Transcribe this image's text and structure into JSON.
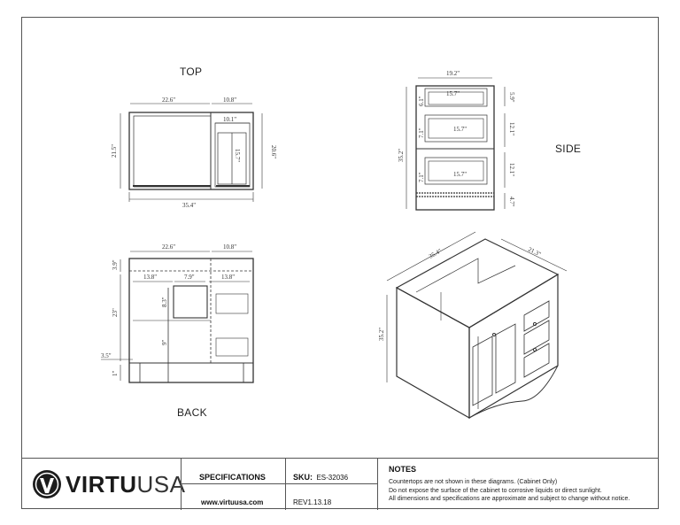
{
  "views": {
    "top": "TOP",
    "side": "SIDE",
    "back": "BACK"
  },
  "dims": {
    "top": {
      "left_width": "22.6\"",
      "right_width": "10.8\"",
      "inner": "10.1\"",
      "depth_left": "21.5\"",
      "depth_right": "20.6\"",
      "door": "15.7\"",
      "overall": "35.4\""
    },
    "side": {
      "overall_depth": "19.2\"",
      "height": "35.2\"",
      "drawer_top": "15.7\"",
      "drawer_mid": "15.7\"",
      "drawer_bot": "15.7\"",
      "top_gap": "6.1\"",
      "top_drawer_h": "5.9\"",
      "mid_h": "12.1\"",
      "bot_h": "12.1\"",
      "toe": "4.7\"",
      "mid_left": "7.1\"",
      "bot_left": "7.1\""
    },
    "back": {
      "left_width": "22.6\"",
      "right_width": "10.8\"",
      "top_band": "3.9\"",
      "left_bay": "13.8\"",
      "opening": "7.9\"",
      "right_bay": "13.8\"",
      "opening_h": "8.3\"",
      "overall_h": "23\"",
      "lower": "9\"",
      "leg": "3.5\"",
      "foot": "1\""
    },
    "iso": {
      "width": "35.4\"",
      "depth": "21.3\"",
      "height": "35.2\""
    }
  },
  "title_block": {
    "brand_bold": "VIRTU",
    "brand_light": "USA",
    "specifications": "SPECIFICATIONS",
    "sku_label": "SKU:",
    "sku_value": "ES-32036",
    "website": "www.virtuusa.com",
    "revision": "REV1.13.18",
    "notes_title": "NOTES",
    "notes": [
      "Countertops are not shown in these diagrams. (Cabinet Only)",
      "Do not expose the surface of the cabinet to corrosive liquids or direct sunlight.",
      "All dimensions and specifications are approximate and subject to change without notice."
    ]
  }
}
